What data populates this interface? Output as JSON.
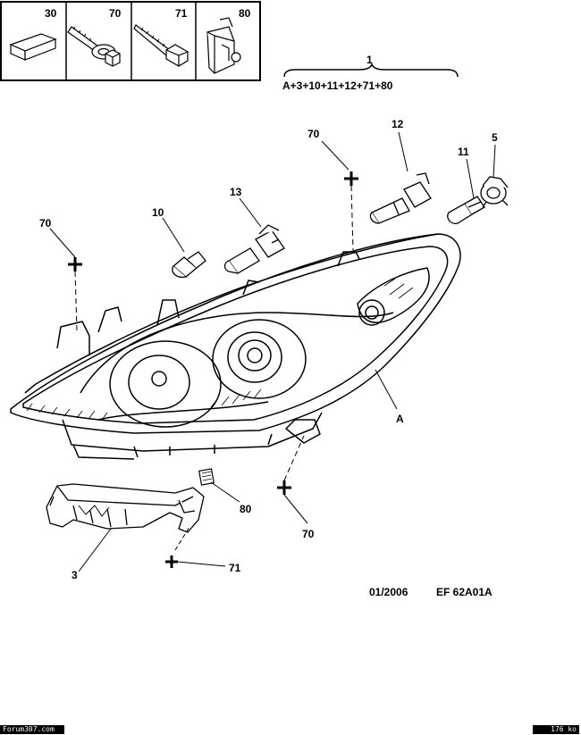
{
  "fastener_box": {
    "cells": [
      {
        "ref": "30",
        "icon": "rubber-block-icon"
      },
      {
        "ref": "70",
        "icon": "screw-washer-icon"
      },
      {
        "ref": "71",
        "icon": "self-tapping-screw-icon"
      },
      {
        "ref": "80",
        "icon": "clip-nut-icon"
      }
    ]
  },
  "assembly": {
    "ref": "1",
    "formula": "A+3+10+11+12+71+80"
  },
  "callouts": {
    "c70_top": "70",
    "c12": "12",
    "c11": "11",
    "c5": "5",
    "c13": "13",
    "c10": "10",
    "c70_left": "70",
    "cA": "A",
    "c80": "80",
    "c70_bottom": "70",
    "c3": "3",
    "c71": "71"
  },
  "doc_ref": {
    "date": "01/2006",
    "code": "EF 62A01A"
  },
  "footer": {
    "site": "Forum307.com",
    "size": "176 ko"
  }
}
